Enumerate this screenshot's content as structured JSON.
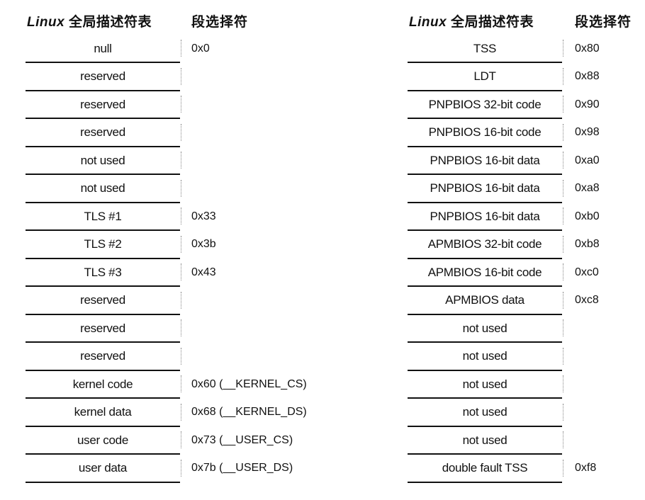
{
  "left": {
    "header_desc_italic": "Linux",
    "header_desc_rest": " 全局描述符表",
    "header_sel": "段选择符",
    "rows": [
      {
        "label": "null",
        "selector": "0x0"
      },
      {
        "label": "reserved",
        "selector": ""
      },
      {
        "label": "reserved",
        "selector": ""
      },
      {
        "label": "reserved",
        "selector": ""
      },
      {
        "label": "not used",
        "selector": ""
      },
      {
        "label": "not used",
        "selector": ""
      },
      {
        "label": "TLS #1",
        "selector": "0x33"
      },
      {
        "label": "TLS #2",
        "selector": "0x3b"
      },
      {
        "label": "TLS #3",
        "selector": "0x43"
      },
      {
        "label": "reserved",
        "selector": ""
      },
      {
        "label": "reserved",
        "selector": ""
      },
      {
        "label": "reserved",
        "selector": ""
      },
      {
        "label": "kernel code",
        "selector": "0x60 (__KERNEL_CS)"
      },
      {
        "label": "kernel data",
        "selector": "0x68 (__KERNEL_DS)"
      },
      {
        "label": "user code",
        "selector": "0x73 (__USER_CS)"
      },
      {
        "label": "user data",
        "selector": "0x7b (__USER_DS)"
      }
    ]
  },
  "right": {
    "header_desc_italic": "Linux",
    "header_desc_rest": " 全局描述符表",
    "header_sel": "段选择符",
    "rows": [
      {
        "label": "TSS",
        "selector": "0x80"
      },
      {
        "label": "LDT",
        "selector": "0x88"
      },
      {
        "label": "PNPBIOS 32-bit code",
        "selector": "0x90"
      },
      {
        "label": "PNPBIOS 16-bit code",
        "selector": "0x98"
      },
      {
        "label": "PNPBIOS 16-bit data",
        "selector": "0xa0"
      },
      {
        "label": "PNPBIOS 16-bit data",
        "selector": "0xa8"
      },
      {
        "label": "PNPBIOS 16-bit data",
        "selector": "0xb0"
      },
      {
        "label": "APMBIOS 32-bit code",
        "selector": "0xb8"
      },
      {
        "label": "APMBIOS 16-bit code",
        "selector": "0xc0"
      },
      {
        "label": "APMBIOS data",
        "selector": "0xc8"
      },
      {
        "label": "not used",
        "selector": ""
      },
      {
        "label": "not used",
        "selector": ""
      },
      {
        "label": "not used",
        "selector": ""
      },
      {
        "label": "not used",
        "selector": ""
      },
      {
        "label": "not used",
        "selector": ""
      },
      {
        "label": "double fault TSS",
        "selector": "0xf8"
      }
    ]
  }
}
